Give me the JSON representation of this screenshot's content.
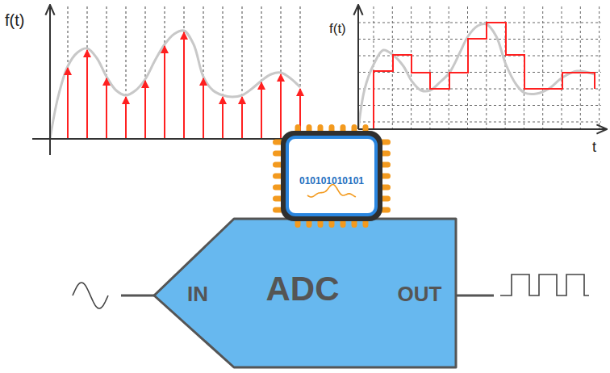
{
  "diagram": {
    "nodes": [
      {
        "text": [
          "IN",
          "ADC",
          "OUT"
        ]
      },
      {
        "text": [
          "010101010101"
        ]
      }
    ],
    "labels": [
      "f(t)",
      "f(t)",
      "t"
    ]
  }
}
